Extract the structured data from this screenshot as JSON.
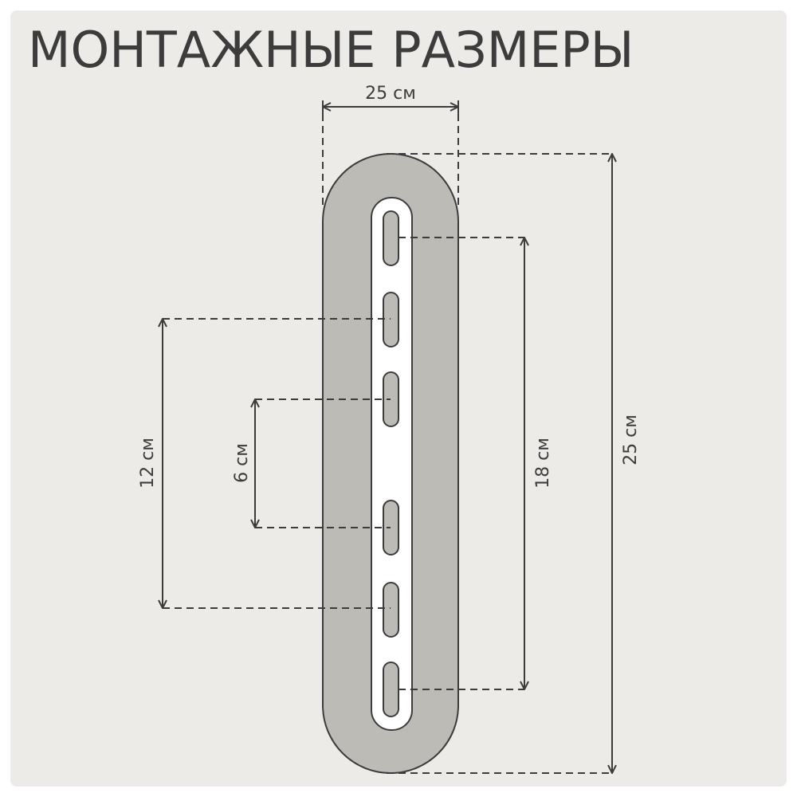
{
  "title": "МОНТАЖНЫЕ РАЗМЕРЫ",
  "colors": {
    "background": "#ecebe7",
    "plate": "#bdbbb5",
    "plate_outline": "#3c3c3c",
    "strip": "#ffffff",
    "text": "#3c3c3c"
  },
  "dimensions": {
    "width_label": "25 см",
    "height_label": "25 см",
    "span_18_label": "18 см",
    "span_12_label": "12 см",
    "span_6_label": "6 см"
  },
  "slots_count": 6
}
